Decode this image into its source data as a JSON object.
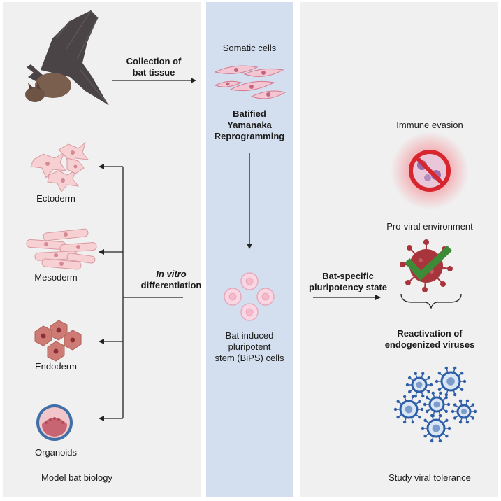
{
  "left": {
    "arrow_label_line1": "Collection of",
    "arrow_label_line2": "bat tissue",
    "ectoderm": "Ectoderm",
    "mesoderm": "Mesoderm",
    "endoderm": "Endoderm",
    "organoids": "Organoids",
    "differentiation_line1": "In vitro",
    "differentiation_line2": "differentiation",
    "footer": "Model bat biology"
  },
  "middle": {
    "somatic": "Somatic cells",
    "reprogramming_line1": "Batified",
    "reprogramming_line2": "Yamanaka",
    "reprogramming_line3": "Reprogramming",
    "bips_line1": "Bat induced",
    "bips_line2": "pluripotent",
    "bips_line3": "stem (BiPS) cells"
  },
  "right": {
    "state_line1": "Bat-specific",
    "state_line2": "pluripotency state",
    "immune": "Immune evasion",
    "proviral": "Pro-viral environment",
    "reactivation_line1": "Reactivation of",
    "reactivation_line2": "endogenized viruses",
    "footer": "Study viral tolerance"
  },
  "colors": {
    "panel_gray": "#f0f0f0",
    "panel_blue": "#d3deee",
    "cell_pink": "#f3c6d4",
    "virus_red": "#a8343c",
    "virus_blue": "#2e5ea8",
    "check_green": "#3d8b37"
  }
}
